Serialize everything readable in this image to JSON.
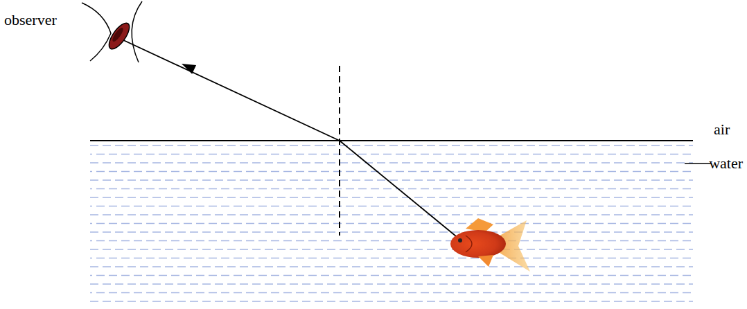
{
  "diagram": {
    "labels": [
      "observer",
      "air",
      "water"
    ]
  }
}
